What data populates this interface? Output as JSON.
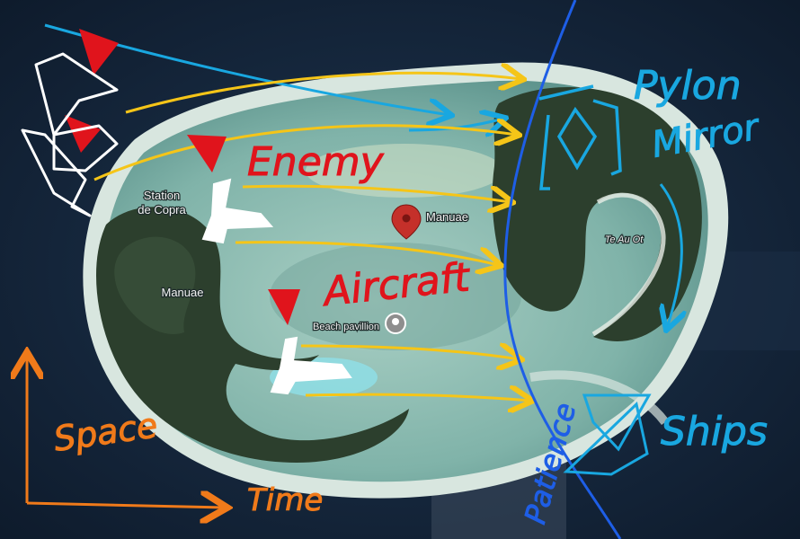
{
  "map": {
    "labels": {
      "station": [
        "Station",
        "de Copra"
      ],
      "west_islet": "Manuae",
      "pin_main": "Manuae",
      "pin_beach": "Beach pavillion",
      "east_islet": "Te Au Ot"
    }
  },
  "annotations": {
    "enemy": "Enemy",
    "aircraft": "Aircraft",
    "pylon": "Pylon",
    "mirror": "Mirror",
    "ships": "Ships",
    "space": "Space",
    "time": "Time",
    "patience": "Patience"
  },
  "colors": {
    "ocean": "#16263b",
    "lagoon": "#86b8ad",
    "forest": "#2c3f2d",
    "annotation_red": "#e0141c",
    "annotation_blue": "#19a7e0",
    "annotation_yellow": "#f5c518",
    "annotation_orange": "#f07a1a",
    "front_line": "#1e5ee6",
    "white_marks": "#ffffff"
  },
  "icons": [
    "map-pin-icon",
    "location-marker-icon",
    "aircraft-icon",
    "ship-icon",
    "pylon-icon",
    "down-triangle-icon"
  ]
}
